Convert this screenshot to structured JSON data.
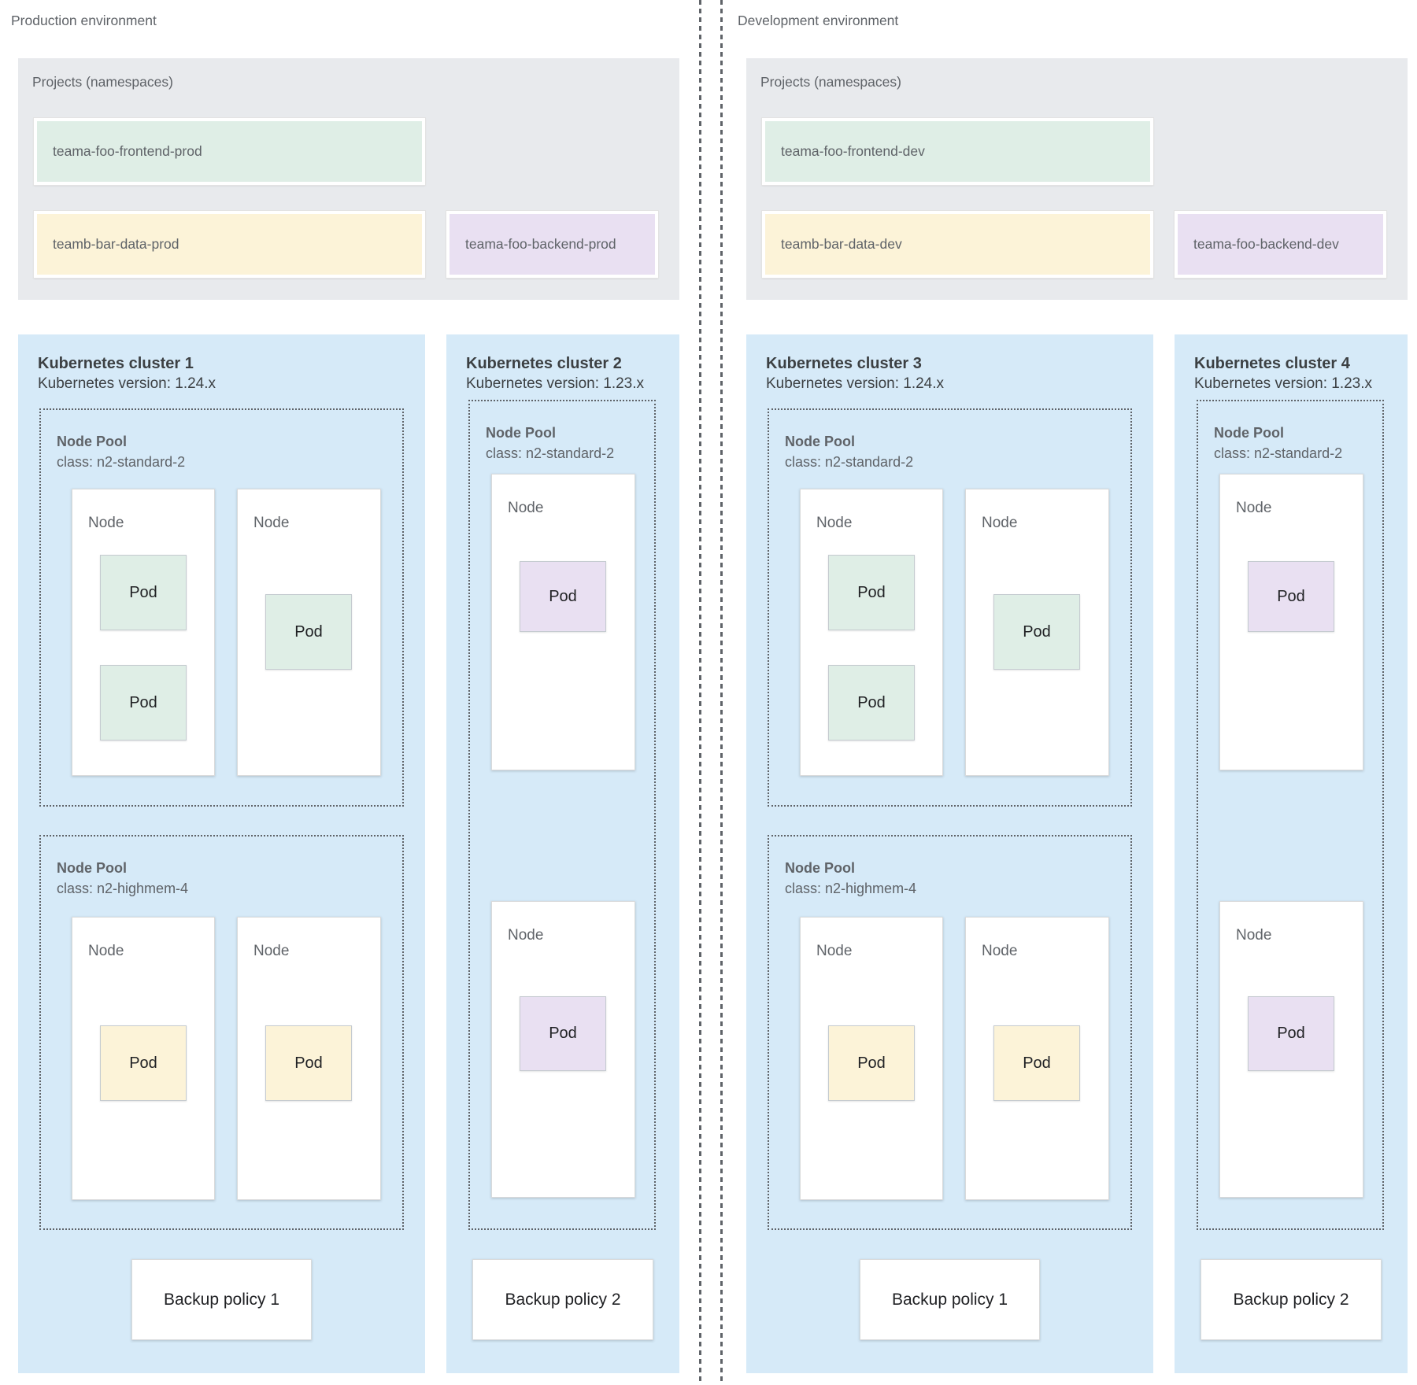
{
  "environments": [
    {
      "label": "Production environment",
      "projects": {
        "title": "Projects (namespaces)",
        "namespaces": [
          {
            "label": "teama-foo-frontend-prod",
            "color": "green"
          },
          {
            "label": "teamb-bar-data-prod",
            "color": "yellow"
          },
          {
            "label": "teama-foo-backend-prod",
            "color": "purple"
          }
        ]
      },
      "clusters": [
        {
          "title": "Kubernetes cluster 1",
          "version": "Kubernetes version: 1.24.x",
          "backup": "Backup policy 1",
          "pools": [
            {
              "name": "Node Pool",
              "class": "class: n2-standard-2",
              "nodes": [
                {
                  "label": "Node",
                  "pods": [
                    {
                      "label": "Pod",
                      "color": "green"
                    },
                    {
                      "label": "Pod",
                      "color": "green"
                    }
                  ]
                },
                {
                  "label": "Node",
                  "pods": [
                    {
                      "label": "Pod",
                      "color": "green"
                    }
                  ]
                }
              ]
            },
            {
              "name": "Node Pool",
              "class": "class: n2-highmem-4",
              "nodes": [
                {
                  "label": "Node",
                  "pods": [
                    {
                      "label": "Pod",
                      "color": "yellow"
                    }
                  ]
                },
                {
                  "label": "Node",
                  "pods": [
                    {
                      "label": "Pod",
                      "color": "yellow"
                    }
                  ]
                }
              ]
            }
          ]
        },
        {
          "title": "Kubernetes cluster 2",
          "version": "Kubernetes version: 1.23.x",
          "backup": "Backup policy 2",
          "pools": [
            {
              "name": "Node Pool",
              "class": "class: n2-standard-2",
              "nodes": [
                {
                  "label": "Node",
                  "pods": [
                    {
                      "label": "Pod",
                      "color": "purple"
                    }
                  ]
                },
                {
                  "label": "Node",
                  "pods": [
                    {
                      "label": "Pod",
                      "color": "purple"
                    }
                  ]
                }
              ]
            }
          ]
        }
      ]
    },
    {
      "label": "Development environment",
      "projects": {
        "title": "Projects (namespaces)",
        "namespaces": [
          {
            "label": "teama-foo-frontend-dev",
            "color": "green"
          },
          {
            "label": "teamb-bar-data-dev",
            "color": "yellow"
          },
          {
            "label": "teama-foo-backend-dev",
            "color": "purple"
          }
        ]
      },
      "clusters": [
        {
          "title": "Kubernetes cluster 3",
          "version": "Kubernetes version: 1.24.x",
          "backup": "Backup policy 1",
          "pools": [
            {
              "name": "Node Pool",
              "class": "class: n2-standard-2",
              "nodes": [
                {
                  "label": "Node",
                  "pods": [
                    {
                      "label": "Pod",
                      "color": "green"
                    },
                    {
                      "label": "Pod",
                      "color": "green"
                    }
                  ]
                },
                {
                  "label": "Node",
                  "pods": [
                    {
                      "label": "Pod",
                      "color": "green"
                    }
                  ]
                }
              ]
            },
            {
              "name": "Node Pool",
              "class": "class: n2-highmem-4",
              "nodes": [
                {
                  "label": "Node",
                  "pods": [
                    {
                      "label": "Pod",
                      "color": "yellow"
                    }
                  ]
                },
                {
                  "label": "Node",
                  "pods": [
                    {
                      "label": "Pod",
                      "color": "yellow"
                    }
                  ]
                }
              ]
            }
          ]
        },
        {
          "title": "Kubernetes cluster 4",
          "version": "Kubernetes version: 1.23.x",
          "backup": "Backup policy 2",
          "pools": [
            {
              "name": "Node Pool",
              "class": "class: n2-standard-2",
              "nodes": [
                {
                  "label": "Node",
                  "pods": [
                    {
                      "label": "Pod",
                      "color": "purple"
                    }
                  ]
                },
                {
                  "label": "Node",
                  "pods": [
                    {
                      "label": "Pod",
                      "color": "purple"
                    }
                  ]
                }
              ]
            }
          ]
        }
      ]
    }
  ],
  "colors": {
    "cluster_bg": "#d6eaf8",
    "projects_bg": "#e8eaed",
    "namespace_green": "#dfeee6",
    "namespace_yellow": "#fcf3d8",
    "namespace_purple": "#e9e0f2",
    "dashed_line": "#5f6368"
  }
}
